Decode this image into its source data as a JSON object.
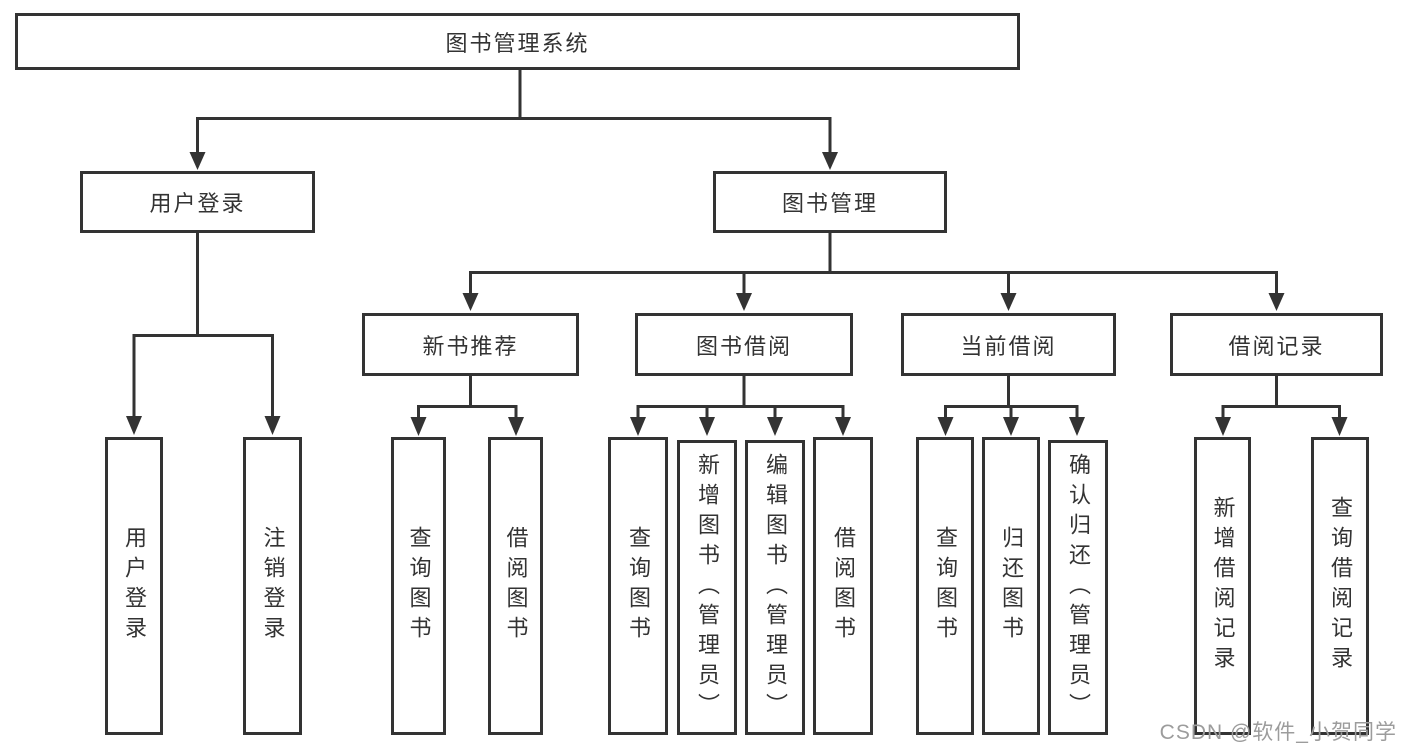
{
  "colors": {
    "line": "#333333",
    "box_border": "#333333",
    "box_fill": "#ffffff",
    "text": "#333333",
    "watermark": "#9c9c9c"
  },
  "tree": {
    "root": {
      "label": "图书管理系统"
    },
    "branches": [
      {
        "label": "用户登录",
        "children": [
          {
            "label": "用户登录"
          },
          {
            "label": "注销登录"
          }
        ]
      },
      {
        "label": "图书管理",
        "children": [
          {
            "label": "新书推荐",
            "children": [
              {
                "label": "查询图书"
              },
              {
                "label": "借阅图书"
              }
            ]
          },
          {
            "label": "图书借阅",
            "children": [
              {
                "label": "查询图书"
              },
              {
                "label": "新增图书（管理员）"
              },
              {
                "label": "编辑图书（管理员）"
              },
              {
                "label": "借阅图书"
              }
            ]
          },
          {
            "label": "当前借阅",
            "children": [
              {
                "label": "查询图书"
              },
              {
                "label": "归还图书"
              },
              {
                "label": "确认归还（管理员）"
              }
            ]
          },
          {
            "label": "借阅记录",
            "children": [
              {
                "label": "新增借阅记录"
              },
              {
                "label": "查询借阅记录"
              }
            ]
          }
        ]
      }
    ]
  },
  "watermark": {
    "text": "CSDN @软件_小贺同学"
  }
}
